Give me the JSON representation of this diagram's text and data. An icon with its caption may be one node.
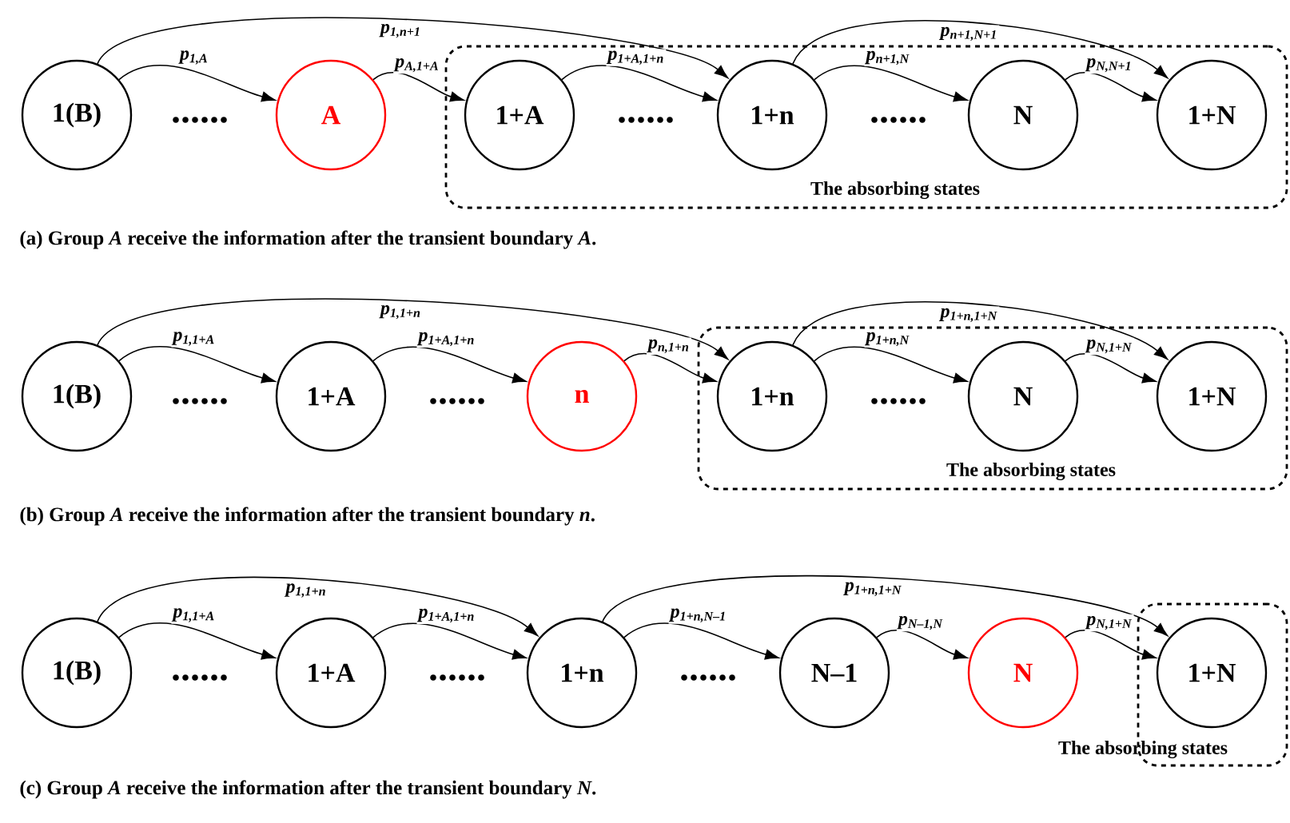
{
  "diagram": {
    "nodes": [
      {
        "text": [
          "1(B)"
        ]
      },
      {
        "text": [
          "A"
        ]
      },
      {
        "text": [
          "The absorbing states"
        ]
      },
      {
        "text": [
          "1+A"
        ],
        "in": 2
      },
      {
        "text": [
          "1+n"
        ],
        "in": 2
      },
      {
        "text": [
          "N"
        ],
        "in": 2
      },
      {
        "text": [
          "1+N"
        ],
        "in": 2
      },
      {
        "text": [
          "1(B)"
        ]
      },
      {
        "text": [
          "1+A"
        ]
      },
      {
        "text": [
          "n"
        ]
      },
      {
        "text": [
          "The absorbing states"
        ]
      },
      {
        "text": [
          "1+n"
        ],
        "in": 10
      },
      {
        "text": [
          "N"
        ],
        "in": 10
      },
      {
        "text": [
          "1+N"
        ],
        "in": 10
      },
      {
        "text": [
          "1(B)"
        ]
      },
      {
        "text": [
          "1+A"
        ]
      },
      {
        "text": [
          "1+n"
        ]
      },
      {
        "text": [
          "N–1"
        ]
      },
      {
        "text": [
          "N"
        ]
      },
      {
        "text": [
          "The absorbing states"
        ]
      },
      {
        "text": [
          "1+N"
        ],
        "in": 19
      }
    ],
    "edges": [
      {
        "from": 0,
        "to": 1,
        "arrow": "to",
        "label": "p$_{1,A}$"
      },
      {
        "from": 0,
        "to": 4,
        "arrow": "to",
        "label": "p$_{1,n+1}$"
      },
      {
        "from": 1,
        "to": 3,
        "arrow": "to",
        "label": "p$_{A,1+A}$"
      },
      {
        "from": 3,
        "to": 4,
        "arrow": "to",
        "label": "p$_{1+A,1+n}$"
      },
      {
        "from": 4,
        "to": 5,
        "arrow": "to",
        "label": "p$_{n+1,N}$"
      },
      {
        "from": 5,
        "to": 6,
        "arrow": "to",
        "label": "p$_{N,N+1}$"
      },
      {
        "from": 4,
        "to": 6,
        "arrow": "to",
        "label": "p$_{n+1,N+1}$"
      },
      {
        "from": 7,
        "to": 8,
        "arrow": "to",
        "label": "p$_{1,1+A}$"
      },
      {
        "from": 7,
        "to": 11,
        "arrow": "to",
        "label": "p$_{1,1+n}$"
      },
      {
        "from": 8,
        "to": 9,
        "arrow": "to",
        "label": "p$_{1+A,1+n}$"
      },
      {
        "from": 9,
        "to": 11,
        "arrow": "to",
        "label": "p$_{n,1+n}$"
      },
      {
        "from": 11,
        "to": 12,
        "arrow": "to",
        "label": "p$_{1+n,N}$"
      },
      {
        "from": 12,
        "to": 13,
        "arrow": "to",
        "label": "p$_{N,1+N}$"
      },
      {
        "from": 11,
        "to": 13,
        "arrow": "to",
        "label": "p$_{1+n,1+N}$"
      },
      {
        "from": 14,
        "to": 15,
        "arrow": "to",
        "label": "p$_{1,1+A}$"
      },
      {
        "from": 14,
        "to": 16,
        "arrow": "to",
        "label": "p$_{1,1+n}$"
      },
      {
        "from": 15,
        "to": 16,
        "arrow": "to",
        "label": "p$_{1+A,1+n}$"
      },
      {
        "from": 16,
        "to": 17,
        "arrow": "to",
        "label": "p$_{1+n,N–1}$"
      },
      {
        "from": 17,
        "to": 18,
        "arrow": "to",
        "label": "p$_{N–1,N}$"
      },
      {
        "from": 18,
        "to": 20,
        "arrow": "to",
        "label": "p$_{N,1+N}$"
      },
      {
        "from": 16,
        "to": 20,
        "arrow": "to",
        "label": "p$_{1+n,1+N}$"
      }
    ],
    "labels": [
      "(a) Group *A* receive the information after the transient boundary *A*.",
      "(b) Group *A* receive the information after the transient boundary *n*.",
      "(c) Group *A* receive the information after the transient boundary *N*."
    ]
  }
}
